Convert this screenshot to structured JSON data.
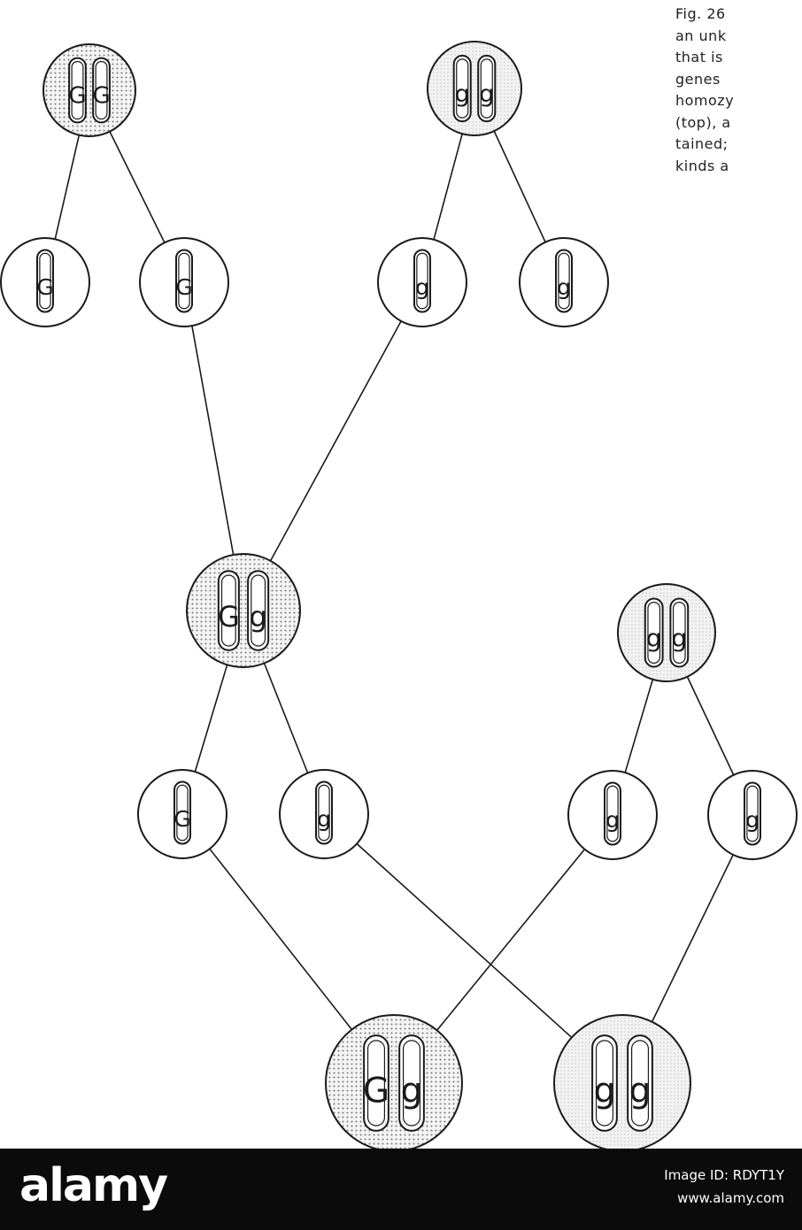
{
  "caption": {
    "lines": [
      "Fig. 26",
      "an unk",
      "that  is",
      "genes",
      "homozy",
      "(top), a",
      "tained;",
      "kinds a"
    ]
  },
  "cells": [
    {
      "id": "p1",
      "genotype": [
        "G",
        "G"
      ],
      "shade": "dominant-dotted"
    },
    {
      "id": "p2",
      "genotype": [
        "g",
        "g"
      ],
      "shade": "recessive-light"
    },
    {
      "id": "gam1a",
      "genotype": [
        "G"
      ]
    },
    {
      "id": "gam1b",
      "genotype": [
        "G"
      ]
    },
    {
      "id": "gam2a",
      "genotype": [
        "g"
      ]
    },
    {
      "id": "gam2b",
      "genotype": [
        "g"
      ]
    },
    {
      "id": "f1",
      "genotype": [
        "G",
        "g"
      ],
      "shade": "dominant-dotted"
    },
    {
      "id": "p3",
      "genotype": [
        "g",
        "g"
      ],
      "shade": "recessive-light"
    },
    {
      "id": "gam3a",
      "genotype": [
        "G"
      ]
    },
    {
      "id": "gam3b",
      "genotype": [
        "g"
      ]
    },
    {
      "id": "gam4a",
      "genotype": [
        "g"
      ]
    },
    {
      "id": "gam4b",
      "genotype": [
        "g"
      ]
    },
    {
      "id": "o1",
      "genotype": [
        "G",
        "g"
      ],
      "shade": "dominant-dotted"
    },
    {
      "id": "o2",
      "genotype": [
        "g",
        "g"
      ],
      "shade": "recessive-light"
    }
  ],
  "connections": [
    [
      "p1",
      "gam1a"
    ],
    [
      "p1",
      "gam1b"
    ],
    [
      "p2",
      "gam2a"
    ],
    [
      "p2",
      "gam2b"
    ],
    [
      "gam1b",
      "f1"
    ],
    [
      "gam2a",
      "f1"
    ],
    [
      "f1",
      "gam3a"
    ],
    [
      "f1",
      "gam3b"
    ],
    [
      "p3",
      "gam4a"
    ],
    [
      "p3",
      "gam4b"
    ],
    [
      "gam3a",
      "o1"
    ],
    [
      "gam4a",
      "o1"
    ],
    [
      "gam3b",
      "o2"
    ],
    [
      "gam4b",
      "o2"
    ]
  ],
  "colors": {
    "ink": "#1a1a1a",
    "dotted_fill": "#d9d9d9",
    "light_fill": "#ebebeb",
    "banner": "#0b0b0b"
  },
  "watermark": {
    "brand": "alamy",
    "image_id": "Image ID: RDYT1Y",
    "site": "www.alamy.com"
  }
}
